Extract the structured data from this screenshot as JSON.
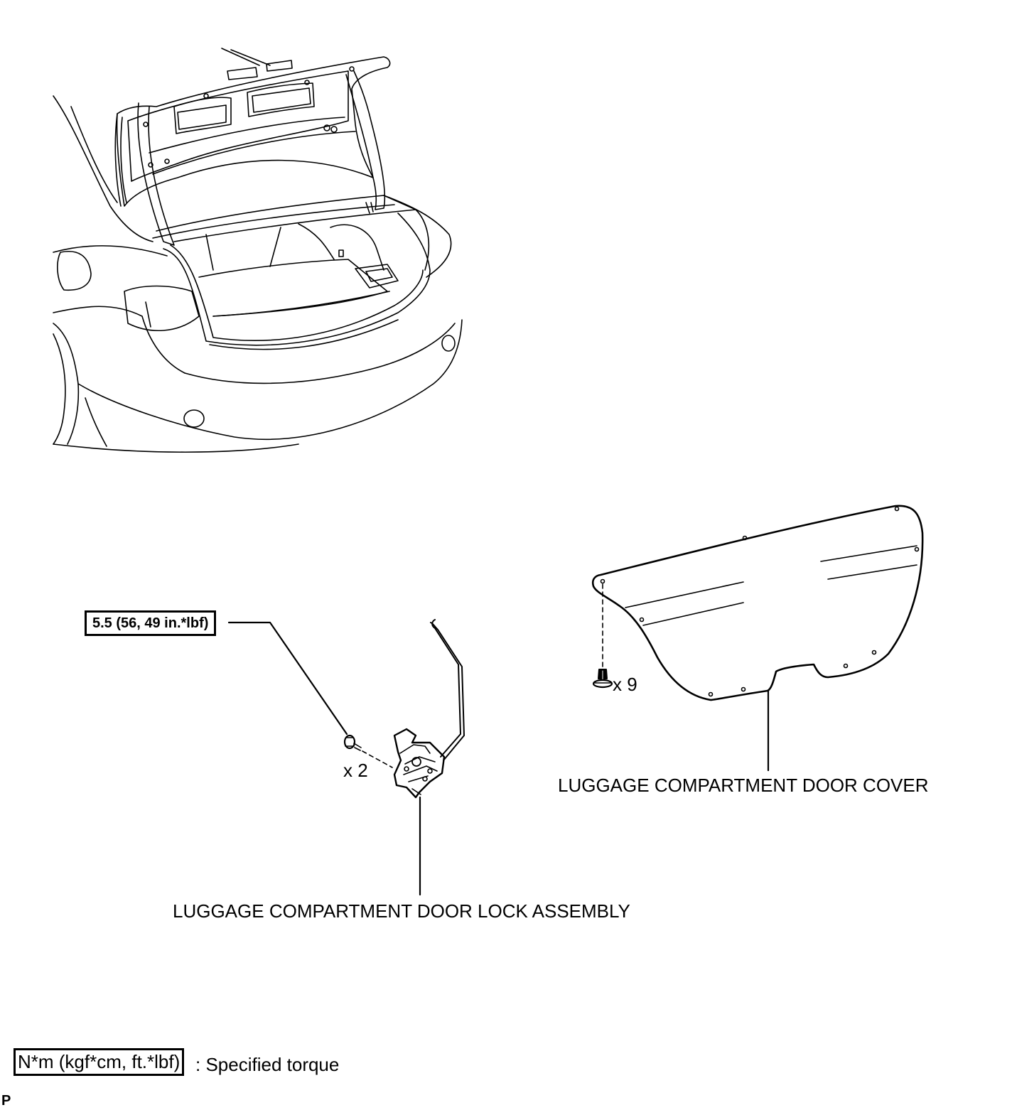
{
  "torque_callout": "5.5 (56, 49 in.*lbf)",
  "lock_bolt_qty": "x 2",
  "cover_clip_qty": "x 9",
  "labels": {
    "door_cover": "LUGGAGE COMPARTMENT DOOR COVER",
    "door_lock_assembly": "LUGGAGE COMPARTMENT DOOR LOCK ASSEMBLY"
  },
  "legend": {
    "units_box": "N*m (kgf*cm, ft.*lbf)",
    "description": ": Specified torque"
  },
  "corner_mark": "P"
}
